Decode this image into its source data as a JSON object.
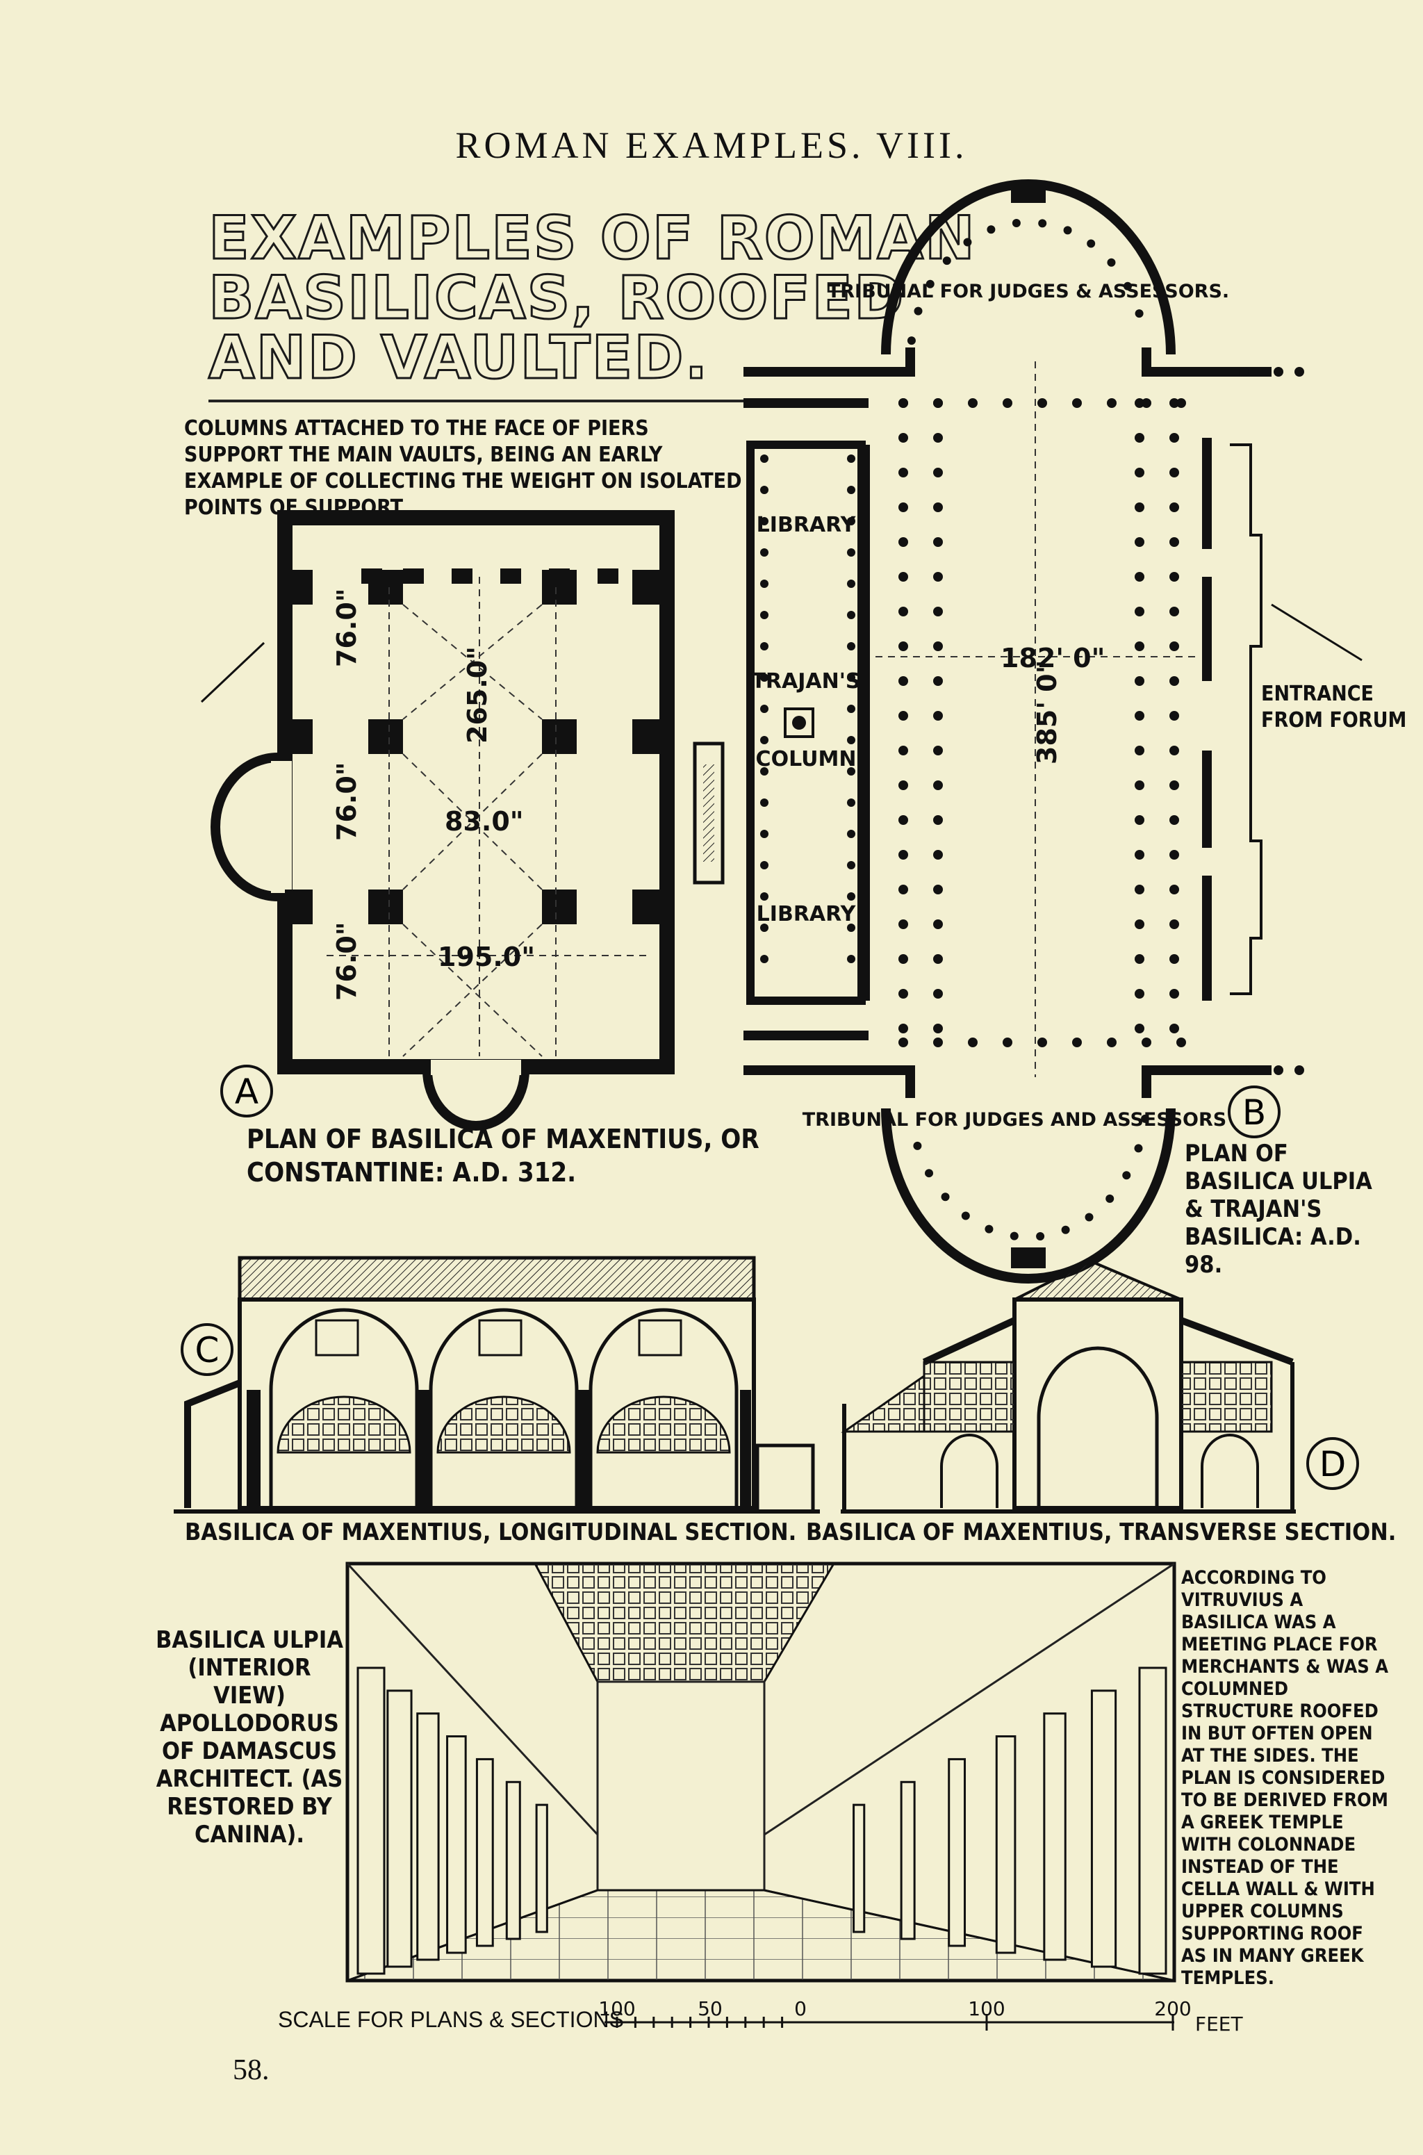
{
  "header": "ROMAN EXAMPLES. VIII.",
  "title": {
    "line1": "EXAMPLES OF ROMAN",
    "line2": "BASILICAS, ROOFED",
    "line3": "AND VAULTED."
  },
  "notes": {
    "columns": "COLUMNS ATTACHED TO THE FACE OF PIERS SUPPORT THE MAIN VAULTS, BEING AN EARLY EXAMPLE OF COLLECTING THE WEIGHT ON ISOLATED POINTS OF SUPPORT.",
    "vitruvius": "ACCORDING TO VITRUVIUS A BASILICA WAS A MEETING PLACE FOR MERCHANTS & WAS A COLUMNED STRUCTURE ROOFED IN BUT OFTEN OPEN AT THE SIDES. THE PLAN IS CONSIDERED TO BE DERIVED FROM A GREEK TEMPLE WITH COLONNADE INSTEAD OF THE CELLA WALL & WITH UPPER COLUMNS SUPPORTING ROOF AS IN MANY GREEK TEMPLES."
  },
  "plan_a": {
    "letter": "A",
    "caption": "PLAN OF BASILICA OF MAXENTIUS, OR CONSTANTINE: A.D. 312.",
    "dims": {
      "bay1": "76.0\"",
      "bay2": "76.0\"",
      "bay3": "76.0\"",
      "nave_length": "265.0\"",
      "nave_width": "83.0\"",
      "overall": "195.0\""
    }
  },
  "plan_b": {
    "letter": "B",
    "caption": "PLAN OF BASILICA ULPIA & TRAJAN'S BASILICA: A.D. 98.",
    "labels": {
      "tribunal_top": "TRIBUNAL FOR JUDGES & ASSESSORS.",
      "tribunal_bottom": "TRIBUNAL FOR JUDGES AND ASSESSORS",
      "library_top": "LIBRARY",
      "library_bottom": "LIBRARY",
      "trajan": "TRAJAN'S",
      "column": "COLUMN",
      "entrance": "ENTRANCE FROM FORUM"
    },
    "dims": {
      "width": "182' 0\"",
      "length": "385' 0\""
    }
  },
  "section_c": {
    "letter": "C",
    "caption": "BASILICA OF MAXENTIUS, LONGITUDINAL SECTION."
  },
  "section_d": {
    "letter": "D",
    "caption": "BASILICA OF MAXENTIUS, TRANSVERSE SECTION."
  },
  "interior": {
    "caption": "BASILICA ULPIA (INTERIOR VIEW) APOLLODORUS OF DAMASCUS ARCHITECT. (AS RESTORED BY CANINA)."
  },
  "scale": {
    "label": "SCALE FOR PLANS & SECTIONS",
    "t100": "100",
    "t50": "50",
    "t0": "0",
    "t100b": "100",
    "t200": "200",
    "unit": "FEET"
  },
  "page_number": "58."
}
